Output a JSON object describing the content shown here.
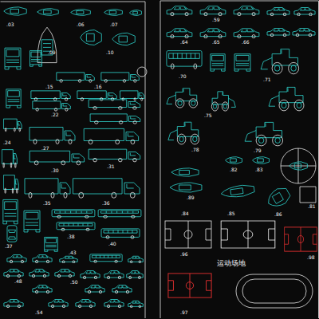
{
  "diagram": {
    "labels": [
      ".03",
      ".06",
      ".07",
      ".09",
      ".10",
      ".15",
      ".16",
      ".22",
      ".24",
      ".27",
      ".30",
      ".31",
      ".35",
      ".36",
      ".37",
      ".38",
      ".40",
      ".43",
      ".48",
      ".50",
      ".54",
      ".59",
      ".64",
      ".65",
      ".66",
      ".70",
      ".71",
      ".75",
      ".78",
      ".79",
      ".82",
      ".83",
      ".89",
      ".81",
      ".84",
      ".85",
      ".86",
      ".96",
      "运动场地",
      ".98",
      ".97"
    ]
  }
}
